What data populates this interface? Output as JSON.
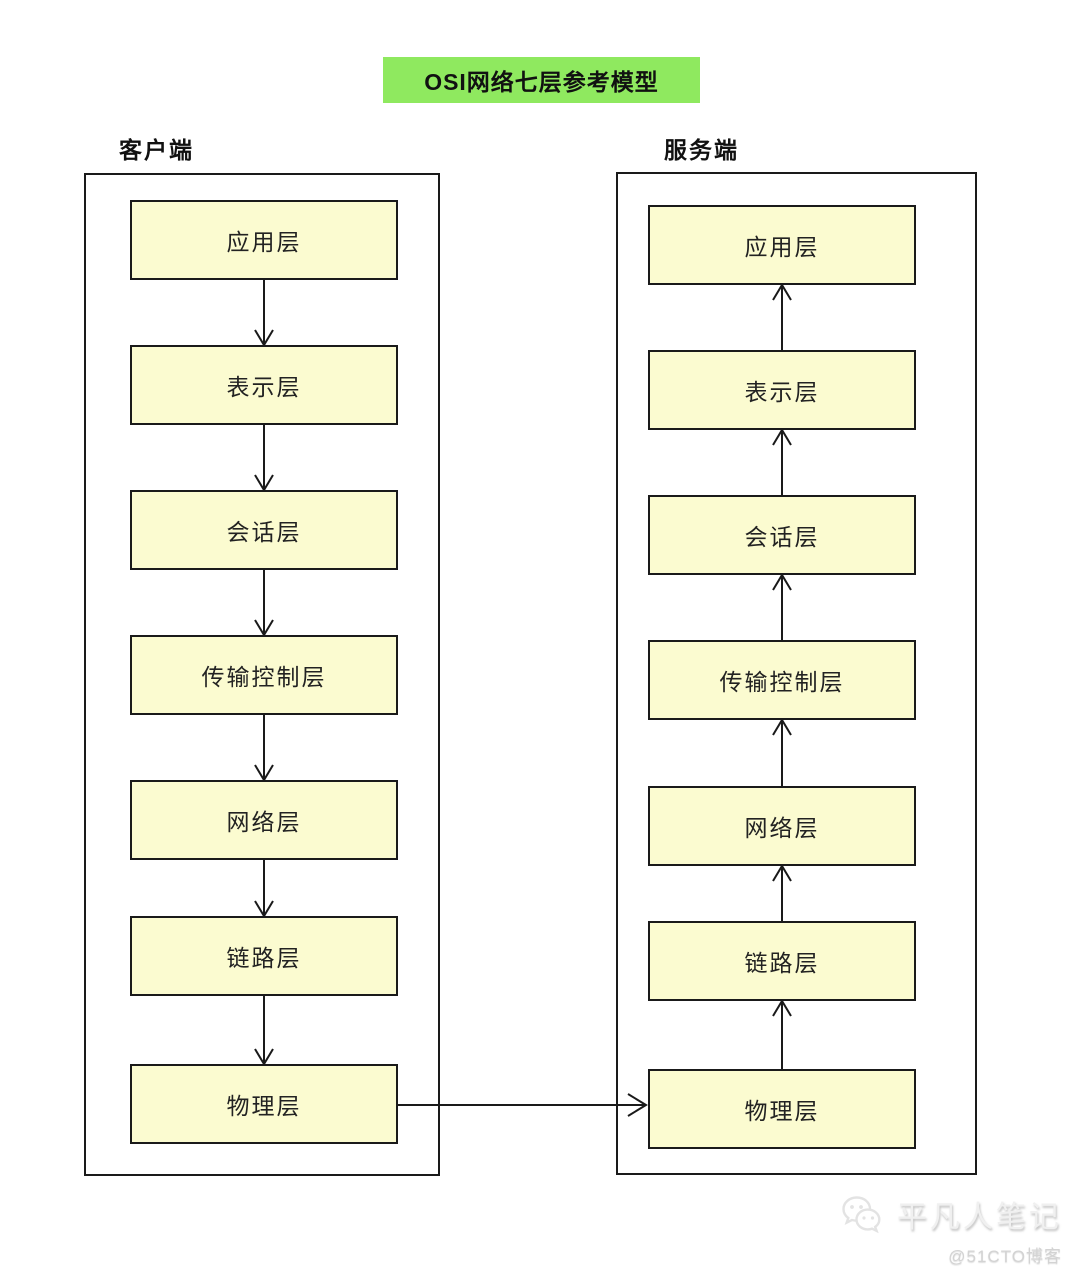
{
  "title": "OSI网络七层参考模型",
  "columns": [
    {
      "id": "client",
      "header": "客户端",
      "direction": "down",
      "layers": [
        "应用层",
        "表示层",
        "会话层",
        "传输控制层",
        "网络层",
        "链路层",
        "物理层"
      ]
    },
    {
      "id": "server",
      "header": "服务端",
      "direction": "up",
      "layers": [
        "应用层",
        "表示层",
        "会话层",
        "传输控制层",
        "网络层",
        "链路层",
        "物理层"
      ]
    }
  ],
  "connection": {
    "from": "客户端 物理层",
    "to": "服务端 物理层"
  },
  "watermark": {
    "name": "平凡人笔记",
    "source": "@51CTO博客",
    "icon": "wechat-icon"
  },
  "colors": {
    "title_bg": "#8FE95F",
    "box_fill": "#FBFBD0",
    "border": "#1A1A1A",
    "watermark_text": "#F0F0F0"
  }
}
